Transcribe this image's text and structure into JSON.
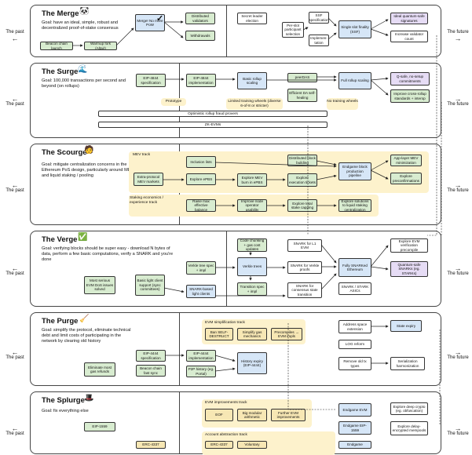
{
  "side": {
    "past": "The past",
    "future": "The future"
  },
  "colors": {
    "green": "#d8ecd0",
    "blue": "#d6e6f7",
    "purple": "#e6dcf5",
    "yellow": "#fcefbd"
  },
  "merge": {
    "title": "The Merge",
    "icon": "panda-icon",
    "goal": "Goal: have an ideal, simple, robust and decentralized proof-of-stake consensus",
    "beacon": "Beacon chain launch",
    "warmup": "Warmup fork (Altair)",
    "merged": "Merge! No more PoW",
    "check": "✓",
    "distributed": "Distributed validators",
    "withdrawals": "Withdrawals",
    "secret": "Secret leader election",
    "perslot": "Per-slot participant selection",
    "ssf_spec": "SSF specification",
    "implementation": "Implemen-tation",
    "ssf": "Single slot finality (SSF)",
    "quantum_sig": "Ideal quantum-safe signatures",
    "increase_count": "Increase validator count"
  },
  "surge": {
    "title": "The Surge",
    "icon": "wave-icon",
    "goal": "Goal: 100,000 transactions per second and beyond (on rollups)",
    "eip4844_spec": "EIP-4844 specification",
    "eip4844_impl": "EIP-4844 implementation",
    "basic_rollup": "Basic rollup scaling",
    "peerdas": "peerDAS",
    "efficient_da": "Efficient DA self-healing",
    "full_rollup": "Full rollup scaling",
    "qsafe_commit": "Q-safe, no-setup commitments",
    "xrollup": "Improve cross-rollup standards + interop",
    "prototype": "Prototype",
    "limited_wheels": "Limited training wheels (diverse 6-of-8 or stricter)",
    "no_wheels": "No training wheels",
    "optimistic": "Optimistic rollup fraud provers",
    "zkevms": "ZK-EVMs"
  },
  "scourge": {
    "title": "The Scourge",
    "icon": "villain-icon",
    "goal": "Goal: mitigate centralization concerns in the Ethereum PoS design, particularly around MEV and liquid staking / pooling",
    "mev_track": "MEV track",
    "extra_protocol": "Extra-protocol MEV markets",
    "inclusion_lists": "Inclusion lists",
    "explore_epbs": "Explore ePBS",
    "explore_mev_burn": "Explore MEV burn in ePBS",
    "distributed_block": "Distributed block building",
    "explore_exec": "Explore execution tickets",
    "endgame_block": "Endgame block production pipeline",
    "app_layer": "App-layer MEV minimization",
    "explore_preconf": "Explore preconfirmations",
    "staking_track": "Staking economics / experience track",
    "raise_max": "Raise max effective balance",
    "improve_node": "Improve node operator usability",
    "explore_total": "Explore total stake capping",
    "explore_liquid": "Explore solutions to liquid staking centralization"
  },
  "verge": {
    "title": "The Verge",
    "icon": "check-icon",
    "goal": "Goal: verifying blocks should be super easy - download N bytes of data, perform a few basic computations, verify a SNARK and you're done",
    "code_chunking": "Code chunking + gas cost updates",
    "verkle_spec": "Verkle tree spec + impl",
    "verkle": "Verkle trees",
    "transition": "Transition spec + impl",
    "snark_l1": "SNARK for L1 EVM",
    "snark_verkle": "SNARK for Verkle proofs",
    "snark_consensus": "SNARK for consensus state transition",
    "fully_snarked": "Fully SNARKed Ethereum",
    "snark_asics": "SNARK / STARK ASICs",
    "explore_evm": "Explore EVM verification precompile",
    "quantum_snarks": "Quantum-safe SNARKs (eg. STARKs)",
    "most_serious": "Most serious EVM DoS issues solved",
    "basic_light": "Basic light client support (sync committees)",
    "snark_light": "SNARK-based light clients"
  },
  "purge": {
    "title": "The Purge",
    "icon": "broom-icon",
    "goal": "Goal: simplify the protocol, eliminate technical debt and limit costs of participating in the network by clearing old history",
    "evm_simpl": "EVM simplification track",
    "ban_self": "Ban SELF-DESTRUCT",
    "simplify_gas": "Simplify gas mechanics",
    "precompiles": "Precompiles → EVM impls",
    "eip4444_spec": "EIP-4444 specification",
    "eip4444_impl": "EIP-4444 implementation",
    "history_expiry": "History expiry (EIP-4444)",
    "beacon_fast": "Beacon chain fast sync",
    "p2p_history": "P2P history (eg. Portal)",
    "eliminate_gas": "Eliminate most gas refunds",
    "address_space": "Address space extension",
    "log_reform": "LOG reform",
    "remove_old": "Remove old tx types",
    "state_expiry": "State expiry",
    "serialization": "Serialization harmonization"
  },
  "splurge": {
    "title": "The Splurge",
    "icon": "top-hat-icon",
    "goal": "Goal: fix everything else",
    "eip1559": "EIP-1559",
    "evm_track": "EVM improvements track",
    "eof": "EOF",
    "big_modular": "Big modular arithmetic",
    "further_evm": "Further EVM improvements",
    "endgame_evm": "Endgame EVM",
    "explore_deep": "Explore deep crypto (eg. obfuscation)",
    "account_track": "Account abstraction track",
    "endgame_1559": "Endgame EIP-1559",
    "explore_delay": "Explore delay-encrypted mempools",
    "eip4337": "ERC-4337",
    "voluntary": "Voluntary",
    "endgame_more": "Endgame"
  }
}
